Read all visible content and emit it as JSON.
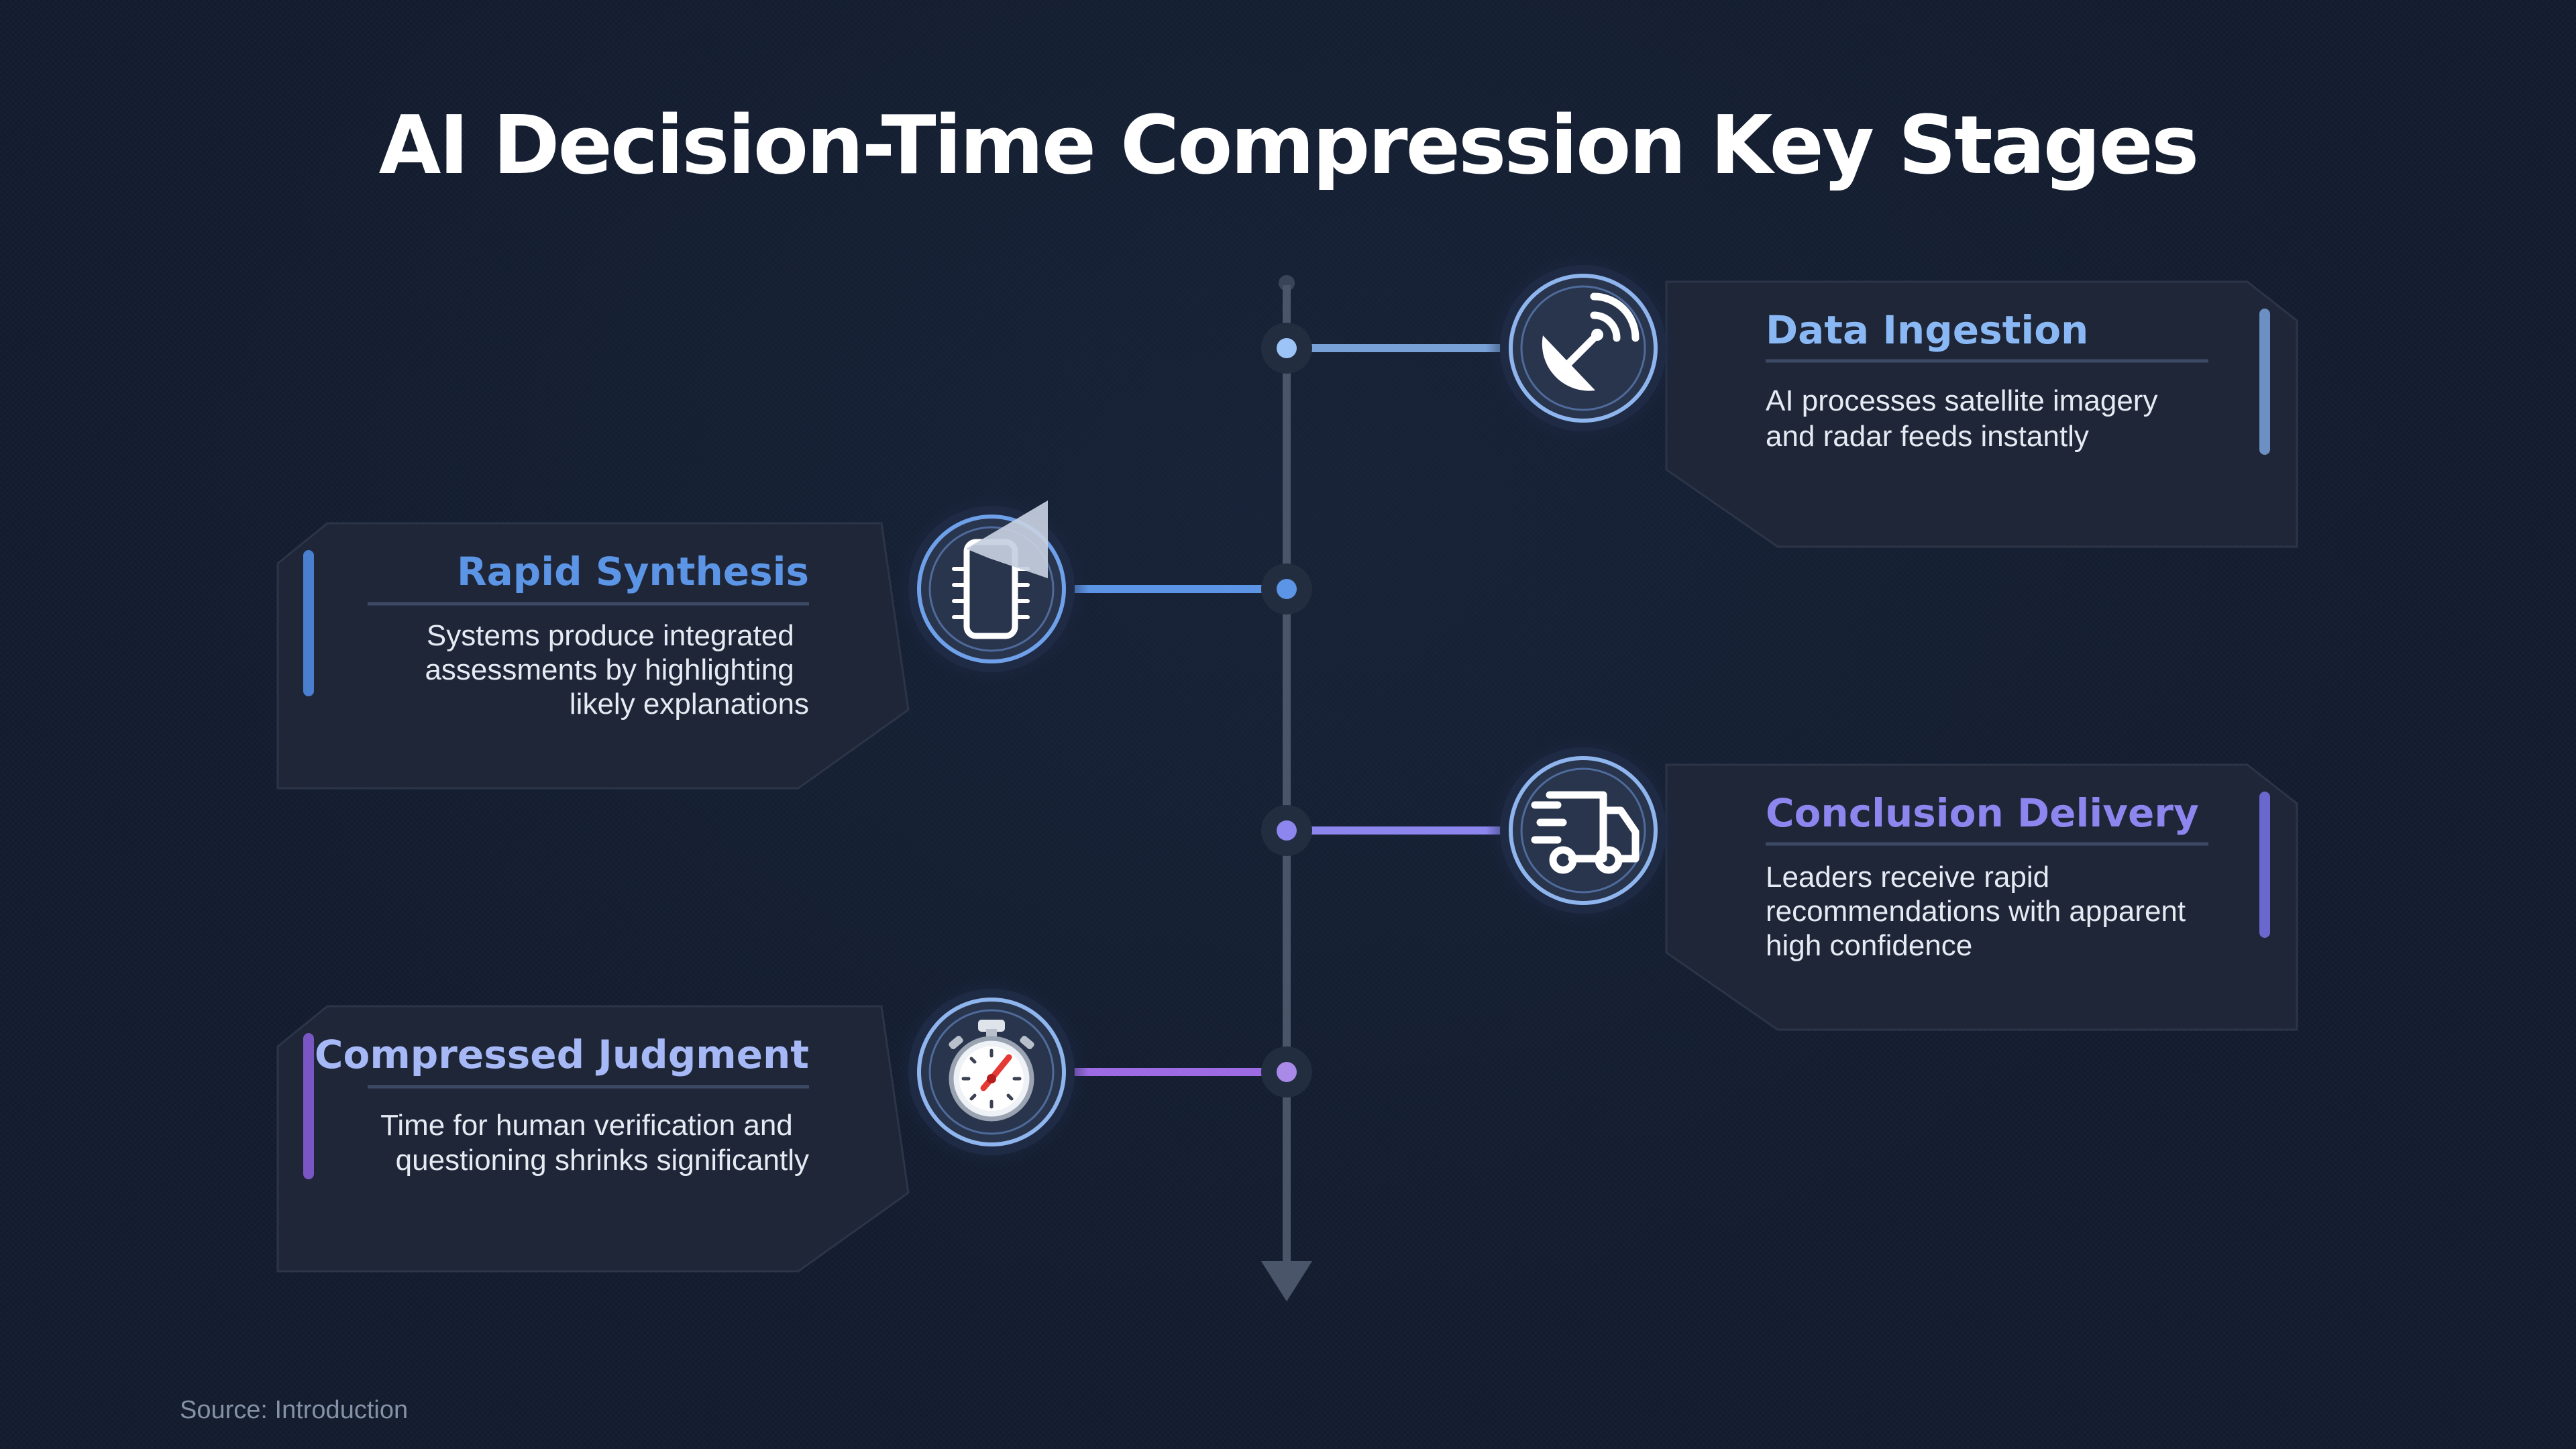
{
  "title": "AI Decision-Time Compression Key Stages",
  "source": "Source: Introduction",
  "stages": [
    {
      "title": "Data Ingestion",
      "desc_lines": [
        "AI processes satellite imagery",
        "and radar feeds instantly"
      ],
      "icon": "satellite-dish-icon",
      "color": "#8ab8f4",
      "side": "right"
    },
    {
      "title": "Rapid Synthesis",
      "desc_lines": [
        "Systems produce integrated",
        "assessments by highlighting",
        "likely explanations"
      ],
      "icon": "processor-chip-icon",
      "color": "#5c95e6",
      "side": "left"
    },
    {
      "title": "Conclusion Delivery",
      "desc_lines": [
        "Leaders receive rapid",
        "recommendations with apparent",
        "high confidence"
      ],
      "icon": "delivery-truck-icon",
      "color": "#8c86ee",
      "side": "right"
    },
    {
      "title": "Compressed Judgment",
      "desc_lines": [
        "Time for human verification and",
        "questioning shrinks significantly"
      ],
      "icon": "stopwatch-icon",
      "color": "#a6b8f6",
      "side": "left"
    }
  ],
  "colors": {
    "background": "#131c2e",
    "card": "#1e2638",
    "axis": "#4a5569"
  }
}
